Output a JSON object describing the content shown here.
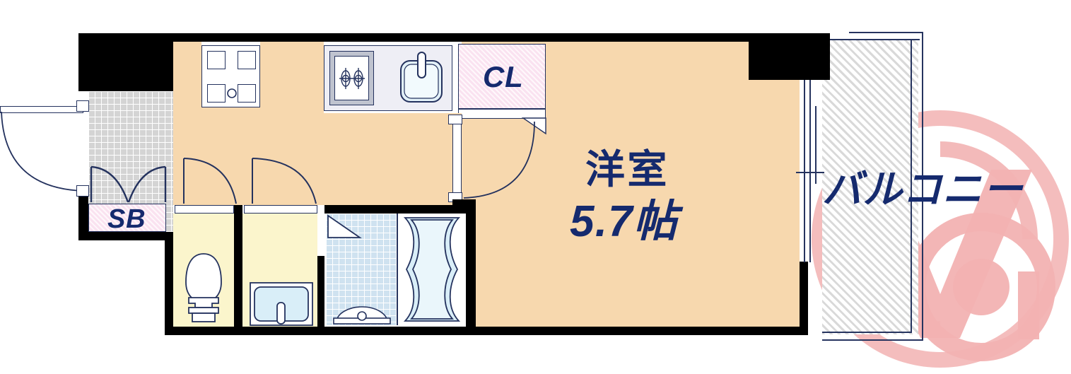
{
  "plan": {
    "title": "Apartment floor plan 1K",
    "unit_label_color": "#152a6e",
    "room_fill": "#f7d8ae",
    "wall_color": "#000000",
    "closet_fill": "#fae2f0",
    "balcony_fill": "#ffffff",
    "watermark_color": "#f2b2b2"
  },
  "labels": {
    "closet": "CL",
    "shoe_box": "SB",
    "room_name": "洋室",
    "room_size": "5.7帖",
    "balcony": "バルコニー"
  },
  "rooms": [
    {
      "key": "entrance",
      "name": "玄関",
      "label": "",
      "fill": "#d4d4d4"
    },
    {
      "key": "hall",
      "name": "廊下",
      "label": "",
      "fill": "#f7d8ae"
    },
    {
      "key": "kitchen",
      "name": "キッチン",
      "label": "",
      "fill": "#eeeef5"
    },
    {
      "key": "closet",
      "name": "クローゼット",
      "label": "CL",
      "fill": "#fae2f0"
    },
    {
      "key": "shoe_box",
      "name": "シューズボックス",
      "label": "SB",
      "fill": "#fae2f0"
    },
    {
      "key": "toilet",
      "name": "トイレ",
      "label": "",
      "fill": "#fbf5cc"
    },
    {
      "key": "washroom",
      "name": "洗面室",
      "label": "",
      "fill": "#fbf5cc"
    },
    {
      "key": "bathroom",
      "name": "浴室",
      "label": "",
      "fill": "#cfe2f0"
    },
    {
      "key": "main_room",
      "name": "洋室",
      "label": "洋室 5.7帖",
      "fill": "#f7d8ae"
    },
    {
      "key": "balcony",
      "name": "バルコニー",
      "label": "バルコニー",
      "fill": "#ffffff"
    }
  ],
  "fixtures": [
    {
      "key": "gas-stove",
      "name": "2口ガスコンロ"
    },
    {
      "key": "kitchen-sink",
      "name": "シンク"
    },
    {
      "key": "toilet-bowl",
      "name": "洋式便器"
    },
    {
      "key": "wash-basin",
      "name": "洗面台"
    },
    {
      "key": "bathtub",
      "name": "浴槽"
    },
    {
      "key": "shower-drain",
      "name": "排水口"
    },
    {
      "key": "washer-pan",
      "name": "洗濯機置場"
    }
  ],
  "doors": [
    {
      "key": "entrance-door",
      "name": "玄関ドア",
      "swing": "out-left"
    },
    {
      "key": "shoe-box-door",
      "name": "シューズボックス扉",
      "swing": "double"
    },
    {
      "key": "toilet-door",
      "name": "トイレ扉",
      "swing": "in-right"
    },
    {
      "key": "washroom-door",
      "name": "洗面室扉",
      "swing": "in-right"
    },
    {
      "key": "room-door",
      "name": "洋室扉",
      "swing": "in-left"
    },
    {
      "key": "closet-door",
      "name": "クローゼット扉",
      "swing": "folding"
    },
    {
      "key": "balcony-door",
      "name": "バルコニー掃出し窓",
      "swing": "sliding"
    }
  ]
}
